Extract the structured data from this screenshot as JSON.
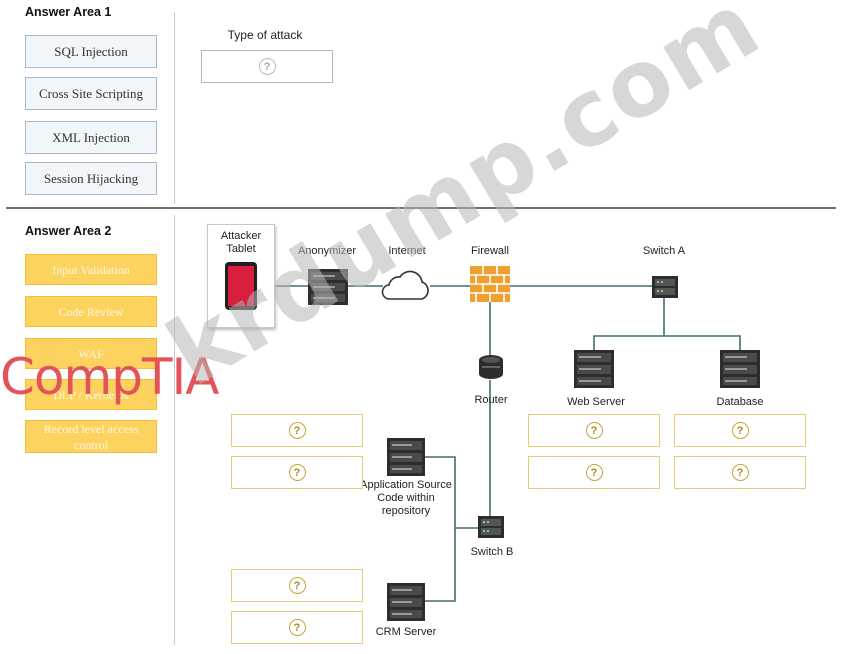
{
  "area1": {
    "title": "Answer Area 1",
    "options": [
      "SQL Injection",
      "Cross Site Scripting",
      "XML Injection",
      "Session Hijacking"
    ],
    "type_label": "Type of attack",
    "drop_placeholder": "?"
  },
  "area2": {
    "title": "Answer Area 2",
    "options": [
      "Input Validation",
      "Code Review",
      "WAF",
      "DLP / Kerberos",
      "Record level access control"
    ],
    "drop_placeholder": "?"
  },
  "diagram": {
    "attacker": "Attacker Tablet",
    "anonymizer": "Anonymizer",
    "internet": "Internet",
    "firewall": "Firewall",
    "switch_a": "Switch A",
    "router": "Router",
    "web_server": "Web Server",
    "database": "Database",
    "app_source": "Application Source Code within repository",
    "switch_b": "Switch B",
    "crm_server": "CRM Server"
  },
  "watermark": "krdump.com",
  "brand": "CompTIA",
  "colors": {
    "accent_yellow": "#fcd35e",
    "option_blue": "#f1f6fb",
    "tablet_red": "#d81f3e",
    "firewall_orange": "#f0a030"
  },
  "icons": [
    "server-icon",
    "cloud-icon",
    "firewall-icon",
    "switch-icon",
    "router-icon",
    "tablet-icon",
    "question-icon"
  ]
}
